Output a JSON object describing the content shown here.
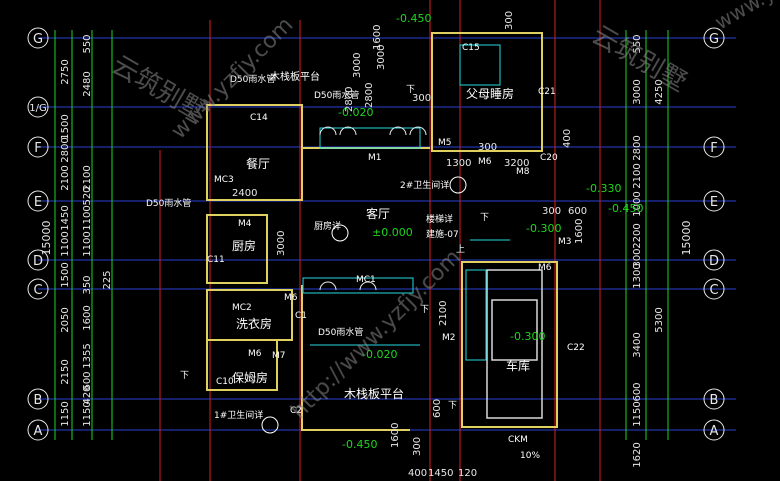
{
  "grid": {
    "rows": [
      "G",
      "1/G",
      "F",
      "E",
      "D",
      "C",
      "B",
      "A"
    ],
    "left_dims_outer": [
      "2750",
      "1500",
      "2800",
      "2100",
      "1450",
      "1100",
      "1500",
      "2050",
      "2150",
      "1150"
    ],
    "left_dims_inner": [
      "550",
      "2480",
      "2100",
      "520",
      "1100",
      "1100",
      "350",
      "1600",
      "1355",
      "600",
      "420",
      "1150"
    ],
    "left_total": "15000",
    "left_side_note": "225",
    "right_dims": [
      "550",
      "3000",
      "4250",
      "2800",
      "2100",
      "1000",
      "2200",
      "300",
      "1300",
      "5300",
      "3400",
      "600",
      "1150",
      "1620"
    ],
    "right_total": "15000"
  },
  "rooms": {
    "parents_bedroom": "父母睡房",
    "dining": "餐厅",
    "living": "客厅",
    "kitchen": "厨房",
    "laundry": "洗衣房",
    "nanny_room": "保姆房",
    "garage": "车库",
    "wood_platform_top": "木栈板平台",
    "wood_platform_bottom": "木栈板平台"
  },
  "notes": {
    "rain_pipe_1": "D50雨水管",
    "rain_pipe_2": "D50雨水管",
    "rain_pipe_3": "D50雨水管",
    "rain_pipe_4": "D50雨水管",
    "kitchen_detail": "厨房详",
    "bath2_detail": "2#卫生间详",
    "bath1_detail": "1#卫生间详",
    "stair_detail_1": "楼梯详",
    "stair_detail_2": "建施-07",
    "up": "上",
    "down_1": "下",
    "down_2": "下",
    "down_3": "下",
    "down_4": "下",
    "down_5": "下",
    "slope": "10%"
  },
  "levels": {
    "top": "-0.450",
    "dining": "-0.020",
    "living": "±0.000",
    "hall": "-0.020",
    "east_1": "-0.330",
    "east_2": "-0.450",
    "east_3": "-0.300",
    "garage": "-0.300",
    "bottom": "-0.450"
  },
  "labels": {
    "c15": "C15",
    "c21": "C21",
    "c14": "C14",
    "c20": "C20",
    "c11": "C11",
    "c1": "C1",
    "c2": "C2",
    "c10": "C10",
    "c22": "C22",
    "ckm": "CKM",
    "m1": "M1",
    "m4": "M4",
    "m5": "M5",
    "m6a": "M6",
    "m8": "M8",
    "m3": "M3",
    "m6b": "M6",
    "mc1": "MC1",
    "mc2": "MC2",
    "mc3": "MC3",
    "m6c": "M6",
    "m6d": "M6",
    "m7": "M7",
    "m2": "M2"
  },
  "dims_inside": {
    "d300_top": "300",
    "d3000_1": "3000",
    "d1600_top": "1600",
    "d2800_v": "2800",
    "d300_v": "300",
    "d300_b": "300",
    "d1300": "1300",
    "d3200": "3200",
    "d400": "400",
    "d300_e": "300",
    "d600_e": "600",
    "d1600_e": "1600",
    "d2400": "2400",
    "d3000_k": "3000",
    "d2100": "2100",
    "d300_bot": "300",
    "d600_bot": "600",
    "d1600_bot": "1600",
    "d400_b": "400",
    "d1450": "1450",
    "d120": "120",
    "d3000_2": "3000",
    "d2800_2": "2800"
  },
  "watermarks": [
    "www.yzfjy.com",
    "http://www.yzfjy.com",
    "云筑别墅"
  ]
}
